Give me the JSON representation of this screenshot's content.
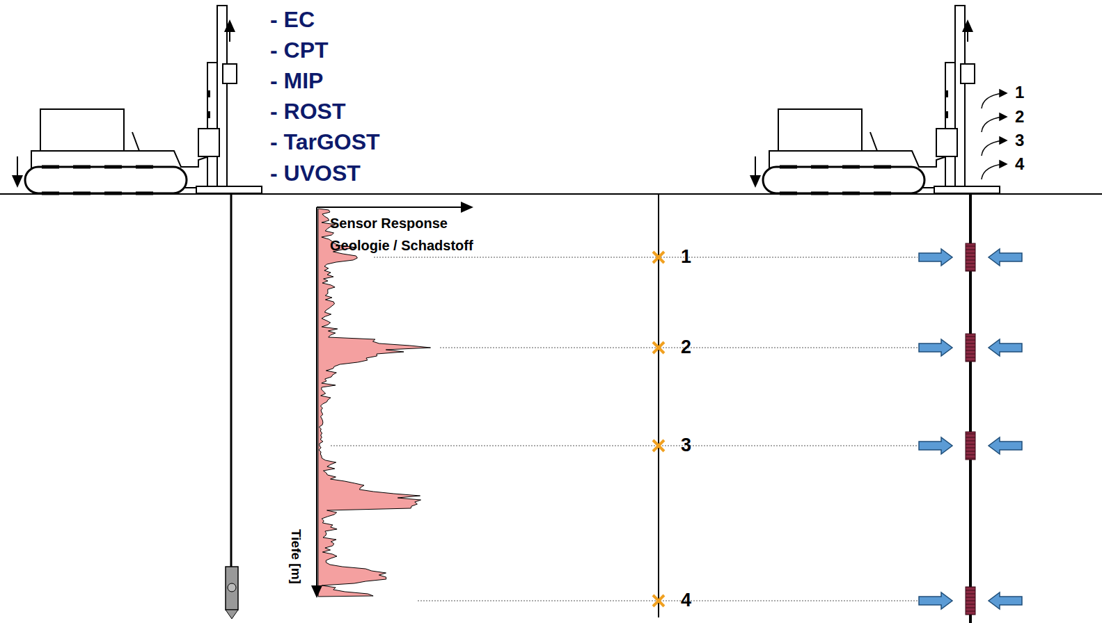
{
  "diagram": {
    "labels": [
      "- EC",
      "- CPT",
      "- MIP",
      "- ROST",
      "- TarGOST",
      "- UVOST",
      "Sensor Response",
      "Geologie / Schadstoff",
      "Tiefe [m]",
      "1",
      "2",
      "3",
      "4",
      "1",
      "2",
      "3",
      "4"
    ]
  }
}
